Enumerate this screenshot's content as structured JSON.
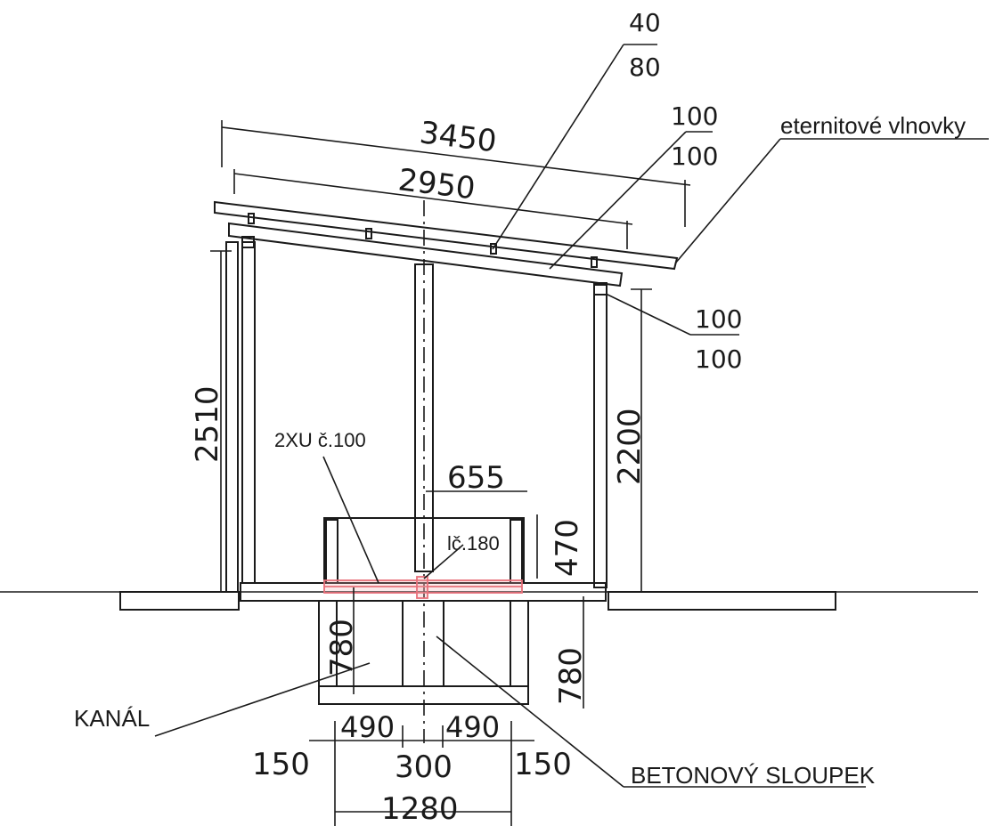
{
  "dimensions": {
    "roof_total_width": "3450",
    "roof_span": "2950",
    "left_height": "2510",
    "right_height": "2200",
    "post_offset": "655",
    "upper_frame_height": "470",
    "channel_depth_left": "780",
    "channel_depth_right": "780",
    "bottom_left_half": "490",
    "bottom_right_half": "490",
    "bottom_center": "300",
    "wall_left": "150",
    "wall_right": "150",
    "bottom_total": "1280"
  },
  "labels": {
    "purlin_top": "40",
    "purlin_bottom": "80",
    "beam_top": "100",
    "beam_bottom": "100",
    "post_top": "100",
    "post_bottom": "100",
    "roofing": "eternitové vlnovky",
    "channel_beams": "2XU č.100",
    "plate": "lč.180",
    "channel": "KANÁL",
    "concrete_post": "BETONOVÝ SLOUPEK"
  },
  "colors": {
    "line": "#1a1a1a",
    "highlight": "#e8707a"
  }
}
